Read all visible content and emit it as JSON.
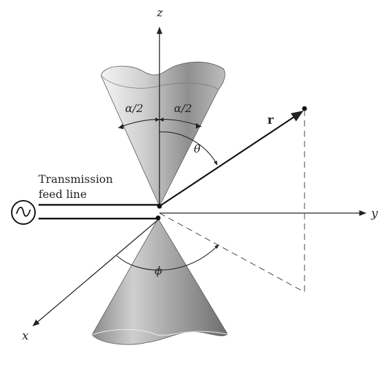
{
  "labels": {
    "z": "z",
    "y": "y",
    "x": "x",
    "r": "r",
    "theta": "θ",
    "phi": "ϕ",
    "alpha_left": "α/2",
    "alpha_right": "α/2",
    "feed_line_1": "Transmission",
    "feed_line_2": "feed line",
    "source": "~"
  }
}
